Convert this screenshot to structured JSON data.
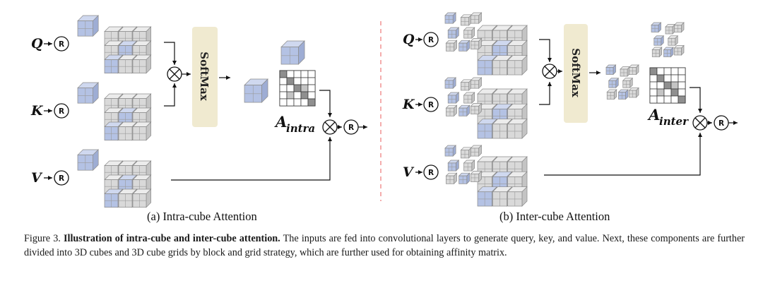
{
  "intra": {
    "inputs": [
      "Q",
      "K",
      "V"
    ],
    "relayout_symbol": "R",
    "softmax_label": "SoftMax",
    "attn_base": "A",
    "attn_sub": "intra",
    "sublabel": "(a) Intra-cube Attention"
  },
  "inter": {
    "inputs": [
      "Q",
      "K",
      "V"
    ],
    "relayout_symbol": "R",
    "softmax_label": "SoftMax",
    "attn_base": "A",
    "attn_sub": "inter",
    "sublabel": "(b) Inter-cube Attention"
  },
  "caption": {
    "figure_label": "Figure 3.",
    "title": "Illustration of intra-cube and inter-cube attention.",
    "body": "The inputs are fed into convolutional layers to generate query, key, and value. Next, these components are further divided into 3D cubes and 3D cube grids by block and grid strategy, which are further used for obtaining affinity matrix."
  },
  "colors": {
    "cube_gray": "#d9d9d9",
    "cube_blue": "#b4c2e4",
    "softmax_fill": "#f0ead0",
    "divider": "#f08a8a",
    "matrix_dark": "#8f8f8f",
    "matrix_mid": "#c4c4c4"
  }
}
